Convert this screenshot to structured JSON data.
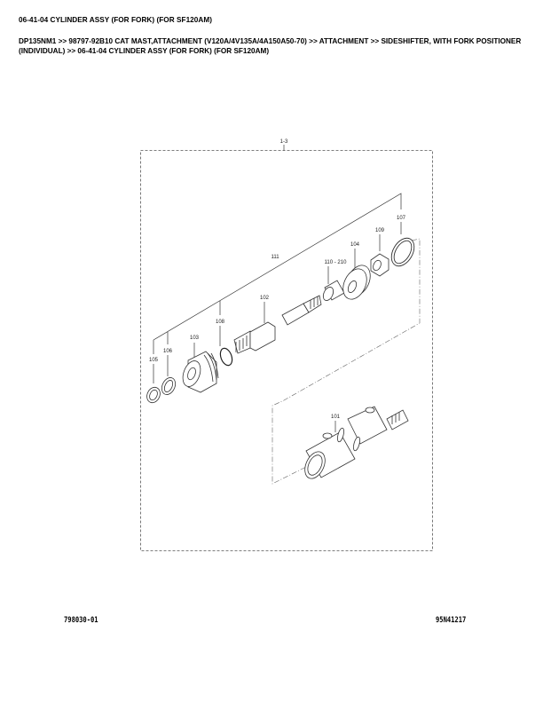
{
  "header": {
    "title": "06-41-04 CYLINDER ASSY (FOR FORK) (FOR SF120AM)",
    "breadcrumb": "DP135NM1 >> 98797-92B10 CAT MAST,ATTACHMENT (V120A/4V135A/4A150A50-70) >> ATTACHMENT >> SIDESHIFTER, WITH FORK POSITIONER (INDIVIDUAL) >> 06-41-04 CYLINDER ASSY (FOR FORK) (FOR SF120AM)"
  },
  "diagram": {
    "assembly_label": "1-3",
    "callouts": {
      "c101": "101",
      "c102": "102",
      "c103": "103",
      "c104": "104",
      "c105": "105",
      "c106": "106",
      "c107": "107",
      "c108": "108",
      "c109": "109",
      "c110": "110 - 210",
      "c111": "111"
    }
  },
  "footer": {
    "drawing_number": "798030-01",
    "reference_code": "95N41217"
  }
}
